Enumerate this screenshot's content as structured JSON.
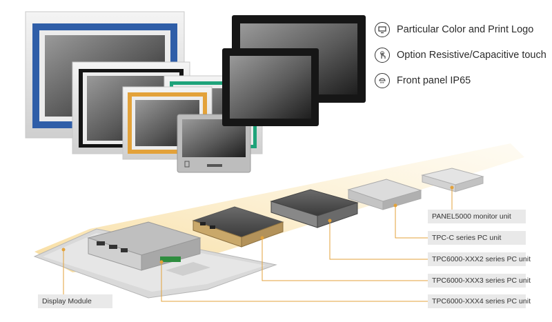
{
  "features": [
    {
      "icon": "monitor-icon",
      "label": "Particular Color and Print Logo"
    },
    {
      "icon": "touch-hand-icon",
      "label": "Option Resistive/Capacitive touch"
    },
    {
      "icon": "shield-water-icon",
      "label": "Front panel IP65"
    }
  ],
  "callouts": {
    "display_module": "Display Module",
    "panel5000": "PANEL5000 monitor unit",
    "tpc_c": "TPC-C series PC unit",
    "tpc6000_xxx2": "TPC6000-XXX2 series PC unit",
    "tpc6000_xxx3": "TPC6000-XXX3 series PC unit",
    "tpc6000_xxx4": "TPC6000-XXX4 series PC unit"
  },
  "colors": {
    "accent_orange": "#e3a23a",
    "frame_blue": "#2f5ea8",
    "frame_green": "#1fa37a",
    "frame_black": "#141414",
    "callout_bg": "#e9e9e9",
    "beam_yellow": "#f6d98a"
  }
}
